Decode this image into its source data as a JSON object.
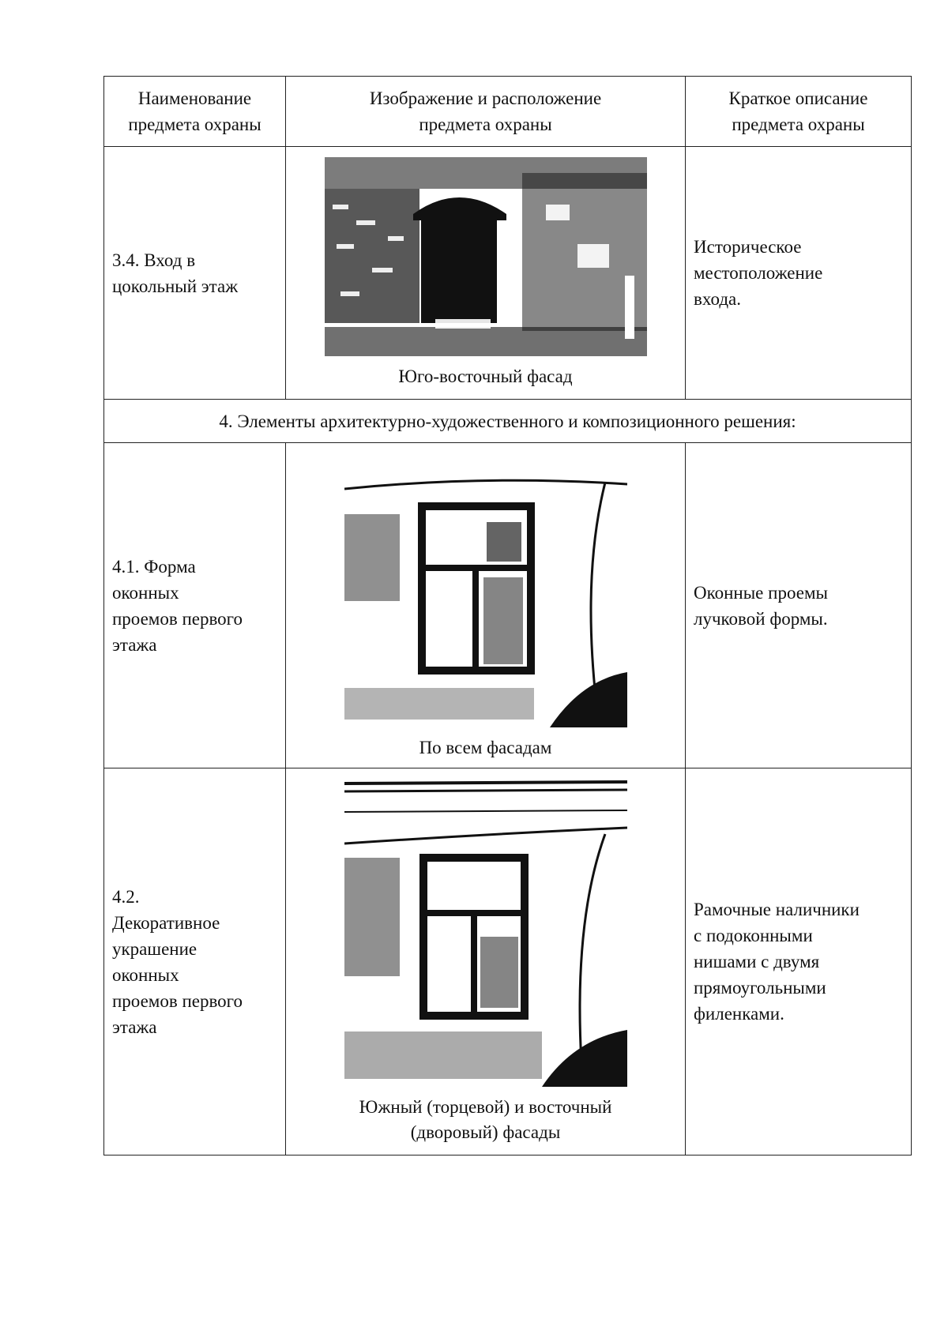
{
  "table": {
    "headers": [
      "Наименование\nпредмета охраны",
      "Изображение и расположение\nпредмета охраны",
      "Краткое описание\nпредмета охраны"
    ],
    "rows": [
      {
        "name": "3.4. Вход в\nцокольный этаж",
        "image": "photo-basement-entrance",
        "caption": "Юго-восточный фасад",
        "description": "Историческое\nместоположение\nвхода."
      },
      {
        "section": "4. Элементы архитектурно-художественного и композиционного решения:"
      },
      {
        "name": "4.1. Форма\nоконных\nпроемов первого\nэтажа",
        "image": "photo-window-arch",
        "caption": "По всем фасадам",
        "description": "Оконные проемы\nлучковой формы."
      },
      {
        "name": "4.2.\nДекоративное\nукрашение\nоконных\nпроемов первого\nэтажа",
        "image": "photo-window-frame",
        "caption": "Южный (торцевой) и восточный\n(дворовый) фасады",
        "description": "Рамочные наличники\nс подоконными\nнишами с двумя\nпрямоугольными\nфиленками."
      }
    ]
  }
}
